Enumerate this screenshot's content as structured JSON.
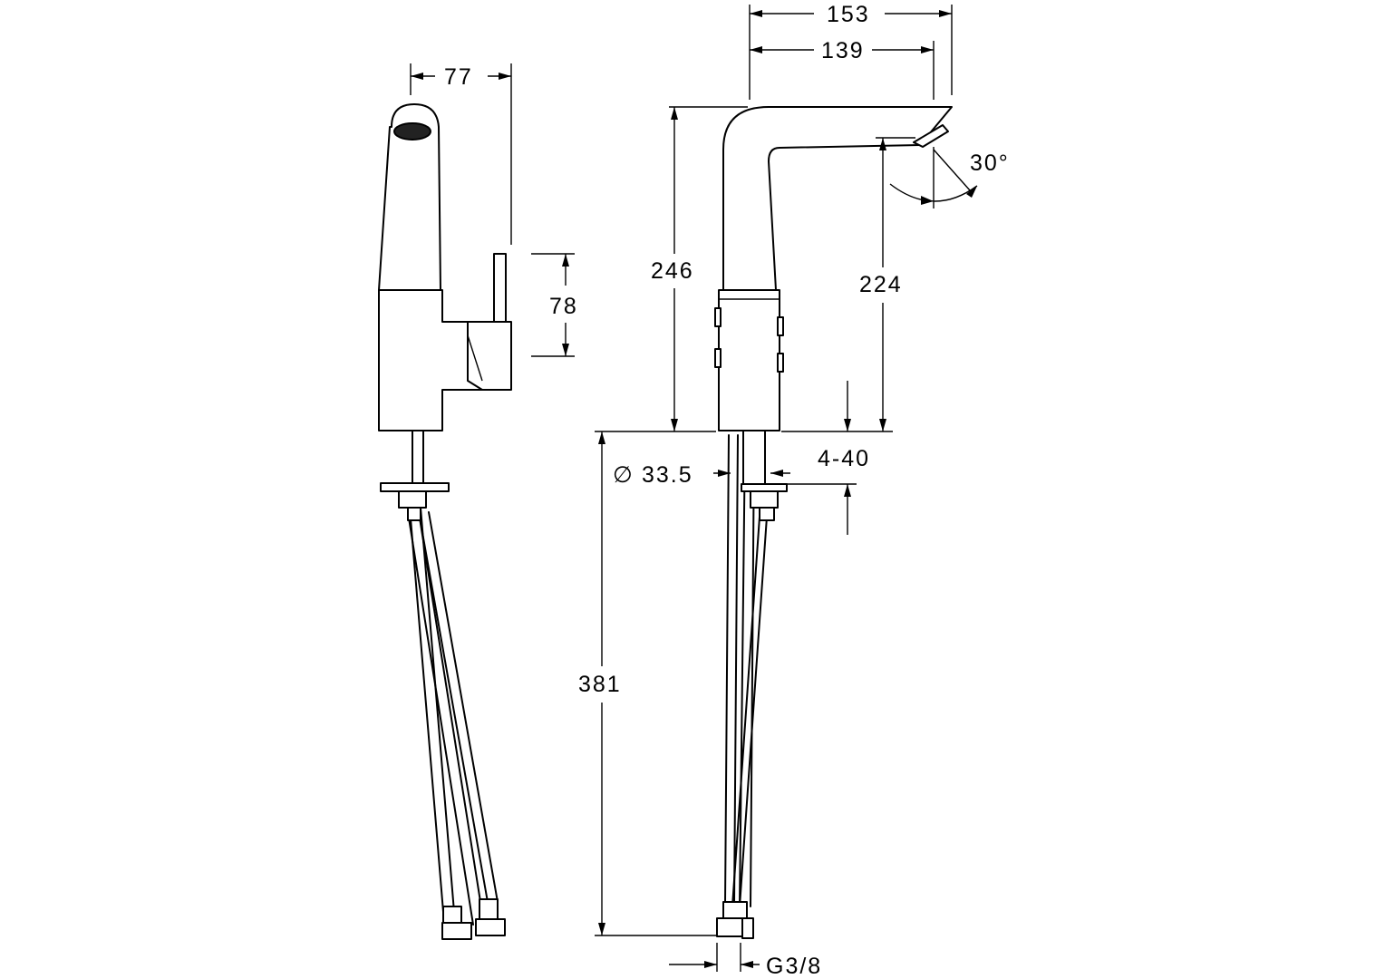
{
  "dimensions": {
    "side_width": "77",
    "lever_height": "78",
    "spout_total_reach": "153",
    "spout_reach": "139",
    "spray_angle": "30°",
    "body_height": "246",
    "outlet_height": "224",
    "hole_diameter": "33.5",
    "diameter_symbol": "∅",
    "counter_thickness": "4-40",
    "hose_length": "381",
    "connection_thread": "G3/8"
  }
}
